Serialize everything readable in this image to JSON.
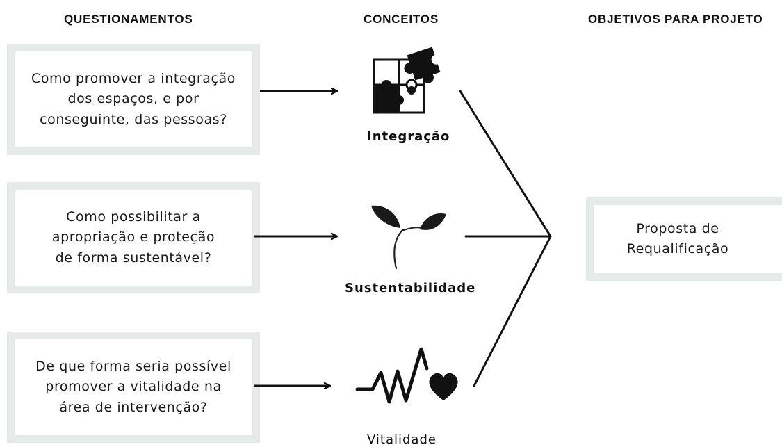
{
  "headers": {
    "questions": "QUESTIONAMENTOS",
    "concepts": "CONCEITOS",
    "objectives": "OBJETIVOS PARA PROJETO"
  },
  "questions": [
    "Como promover a integração\ndos espaços, e por\nconseguinte, das pessoas?",
    "Como possibilitar a\napropriação e proteção\nde forma sustentável?",
    "De que forma seria possível\npromover a vitalidade na\nárea de intervenção?"
  ],
  "concepts": [
    {
      "label": "Integração",
      "icon": "puzzle-icon"
    },
    {
      "label": "Sustentabilidade",
      "icon": "sprout-icon"
    },
    {
      "label": "Vitalidade",
      "icon": "heartbeat-heart-icon"
    }
  ],
  "objective": "Proposta de\nRequalificação",
  "colors": {
    "box_border": "#e6ebe9",
    "ink": "#111111"
  }
}
